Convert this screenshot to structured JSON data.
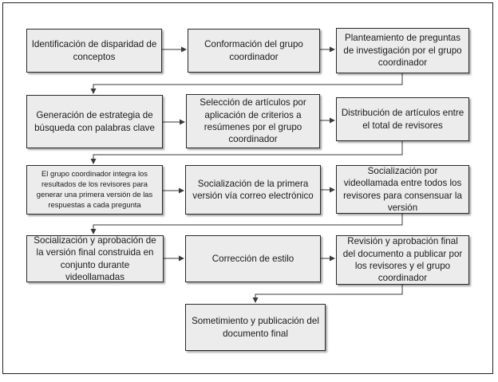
{
  "diagram": {
    "nodes": [
      {
        "id": "n1",
        "text": "Identificación de disparidad de conceptos"
      },
      {
        "id": "n2",
        "text": "Conformación del grupo coordinador"
      },
      {
        "id": "n3",
        "text": "Planteamiento de preguntas de investigación por el grupo coordinador"
      },
      {
        "id": "n4",
        "text": "Generación de estrategia de búsqueda con palabras clave"
      },
      {
        "id": "n5",
        "text": "Selección de artículos por aplicación de criterios a resúmenes por el grupo coordinador"
      },
      {
        "id": "n6",
        "text": "Distribución de artículos entre el total de revisores"
      },
      {
        "id": "n7",
        "text": "El grupo coordinador integra los resultados de los revisores para generar una primera versión de las respuestas a cada pregunta"
      },
      {
        "id": "n8",
        "text": "Socialización de la primera versión vía correo electrónico"
      },
      {
        "id": "n9",
        "text": "Socialización por videollamada entre todos los revisores para consensuar la versión"
      },
      {
        "id": "n10",
        "text": "Socialización y aprobación de la versión final construida en conjunto durante videollamadas"
      },
      {
        "id": "n11",
        "text": "Corrección de estilo"
      },
      {
        "id": "n12",
        "text": "Revisión y aprobación final del documento a publicar por los revisores y el grupo coordinador"
      },
      {
        "id": "n13",
        "text": "Sometimiento y publicación del documento final"
      }
    ],
    "edges": [
      {
        "from": "n1",
        "to": "n2"
      },
      {
        "from": "n2",
        "to": "n3"
      },
      {
        "from": "n3",
        "to": "n4"
      },
      {
        "from": "n4",
        "to": "n5"
      },
      {
        "from": "n5",
        "to": "n6"
      },
      {
        "from": "n6",
        "to": "n7"
      },
      {
        "from": "n7",
        "to": "n8"
      },
      {
        "from": "n8",
        "to": "n9"
      },
      {
        "from": "n9",
        "to": "n10"
      },
      {
        "from": "n10",
        "to": "n11"
      },
      {
        "from": "n11",
        "to": "n12"
      },
      {
        "from": "n12",
        "to": "n13"
      }
    ],
    "colors": {
      "box_fill": "#ececec",
      "box_border": "#2a2a2a",
      "arrow": "#3a3a3a"
    }
  }
}
